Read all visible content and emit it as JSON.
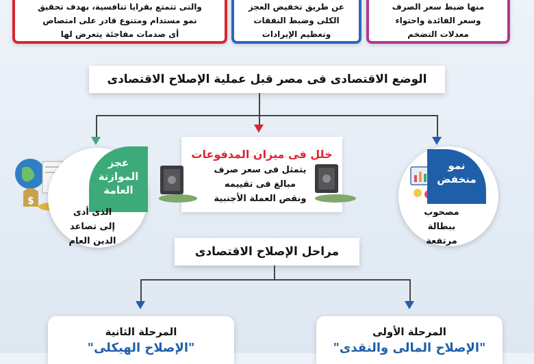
{
  "top_cards": [
    {
      "lines": [
        "منها ضبط سعر الصرف",
        "وسعر الفائدة واحتواء",
        "معدلات التضخم"
      ],
      "border": "#b03a8c"
    },
    {
      "lines": [
        "عن طريق تخفيض العجز",
        "الكلى وضبط النفقات",
        "وتعظيم الإيرادات"
      ],
      "border": "#2b66c4"
    },
    {
      "lines": [
        "والتى تتمتع بقرايا تنافسية، بهدف تحقيق",
        "نمو مستدام ومتنوع قادر على امتصاص",
        "أى صدمات مفاجئة يتعرض لها"
      ],
      "border": "#d9272e"
    }
  ],
  "header_band": "الوضع الاقتصادى فى مصر قبل عملية الإصلاح الاقتصادى",
  "right_item": {
    "title": [
      "نمو",
      "منخفض"
    ],
    "desc": [
      "مصحوب",
      "ببطالة",
      "مرتفعة"
    ]
  },
  "center_item": {
    "title": "خلل فى ميزان المدفوعات",
    "desc": [
      "يتمثل فى سعر صرف",
      "مبالغ فى تقييمه",
      "ونقص العملة الأجنبية"
    ]
  },
  "left_item": {
    "title": [
      "عجز",
      "الموازنة",
      "العامة"
    ],
    "desc": [
      "الذى أدى",
      "إلى تصاعد",
      "الدين العام"
    ]
  },
  "stages_band": "مراحل الإصلاح الاقتصادى",
  "stages": [
    {
      "label": "المرحلة الأولى",
      "name": "\"الإصلاح المالى والنقدى\""
    },
    {
      "label": "المرحلة الثانية",
      "name": "\"الإصلاح الهيكلى\""
    }
  ],
  "colors": {
    "blue": "#1f5faa",
    "green": "#3daa7a",
    "red": "#d9272e",
    "purple": "#b03a8c"
  }
}
